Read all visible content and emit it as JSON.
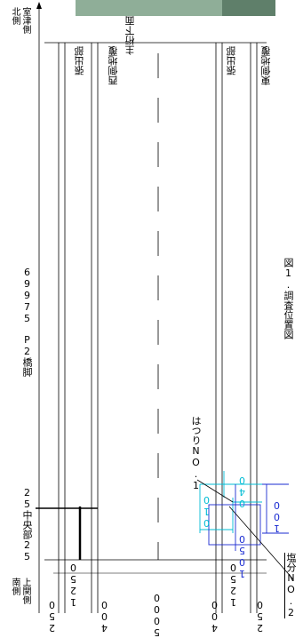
{
  "labels": {
    "north_side": "室津側\n北側",
    "south_side": "上関側\n南側",
    "top_bridge": "主桁下面",
    "west_parapet": "西側地覆",
    "east_parapet": "東側地覆",
    "west_bracket": "張出部",
    "east_bracket": "張出部",
    "mid_label": "69975　P2橋脚",
    "center_label": "25中央部25",
    "hatsuri": "はつりNO.1",
    "salt": "塩分NO.2",
    "caption": "図1.調査位置図"
  },
  "dimensions": {
    "d_250_left": "250",
    "d_400_left": "400",
    "d_5000": "5000",
    "d_400_right": "400",
    "d_250_right": "250",
    "d_1250_left": "1250",
    "d_1250_right": "1250",
    "c_010": "010",
    "c_040": "040",
    "c_1050": "1050",
    "c_100": "100"
  },
  "colors": {
    "line": "#000000",
    "cyan": "#00bcd4",
    "blue": "#1a2bd1",
    "photo": "#7fa08a"
  }
}
